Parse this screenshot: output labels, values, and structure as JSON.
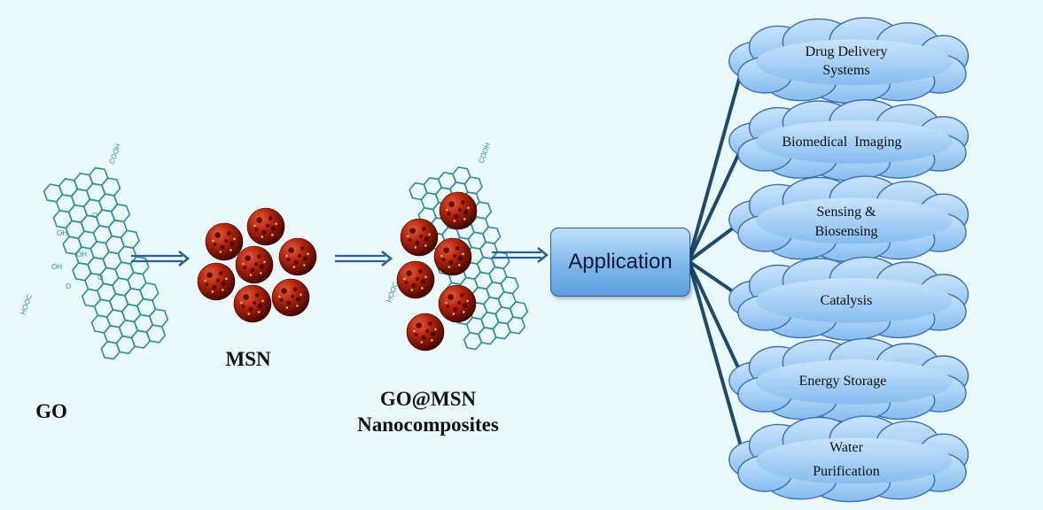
{
  "labels": {
    "go": "GO",
    "msn": "MSN",
    "composite_line1": "GO@MSN",
    "composite_line2": "Nanocomposites"
  },
  "application": "Application",
  "chem_groups": {
    "cooh": "COOH",
    "hooc": "HOOC",
    "oh": "OH",
    "o": "O"
  },
  "applications": [
    {
      "line1": "Drug Delivery",
      "line2": "Systems"
    },
    {
      "line1": "Biomedical  Imaging",
      "line2": ""
    },
    {
      "line1": "Sensing &",
      "line2": "Biosensing"
    },
    {
      "line1": "Catalysis",
      "line2": ""
    },
    {
      "line1": "Energy Storage",
      "line2": ""
    },
    {
      "line1": "Water",
      "line2": "Purification"
    }
  ],
  "colors": {
    "background": "#eaf9fa",
    "arrow": "#2c5e9a",
    "connector": "#1c4a6e",
    "lattice": "#2e8e93",
    "sphere": "#b4240c",
    "cloud_fill": "#9ccaf3",
    "cloud_stroke": "#3c6fb0"
  }
}
